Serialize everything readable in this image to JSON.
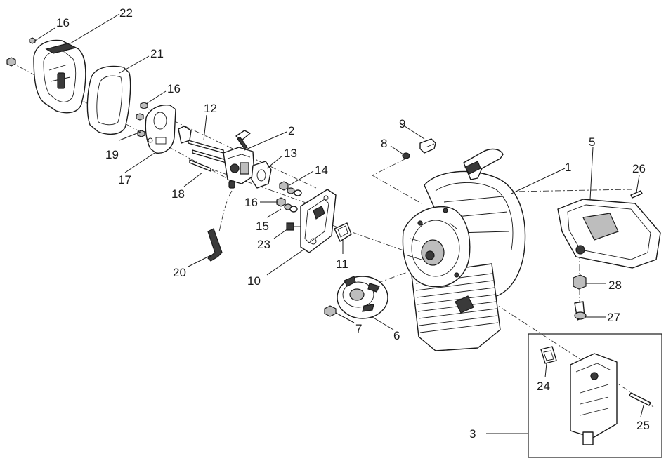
{
  "callouts": [
    {
      "id": "c1",
      "text": "1"
    },
    {
      "id": "c2",
      "text": "2"
    },
    {
      "id": "c3",
      "text": "3"
    },
    {
      "id": "c5",
      "text": "5"
    },
    {
      "id": "c6",
      "text": "6"
    },
    {
      "id": "c7",
      "text": "7"
    },
    {
      "id": "c8",
      "text": "8"
    },
    {
      "id": "c9",
      "text": "9"
    },
    {
      "id": "c10",
      "text": "10"
    },
    {
      "id": "c11",
      "text": "11"
    },
    {
      "id": "c12",
      "text": "12"
    },
    {
      "id": "c13",
      "text": "13"
    },
    {
      "id": "c14",
      "text": "14"
    },
    {
      "id": "c15",
      "text": "15"
    },
    {
      "id": "c16a",
      "text": "16"
    },
    {
      "id": "c16b",
      "text": "16"
    },
    {
      "id": "c16c",
      "text": "16"
    },
    {
      "id": "c17",
      "text": "17"
    },
    {
      "id": "c18",
      "text": "18"
    },
    {
      "id": "c19",
      "text": "19"
    },
    {
      "id": "c20",
      "text": "20"
    },
    {
      "id": "c21",
      "text": "21"
    },
    {
      "id": "c22",
      "text": "22"
    },
    {
      "id": "c23",
      "text": "23"
    },
    {
      "id": "c24",
      "text": "24"
    },
    {
      "id": "c25",
      "text": "25"
    },
    {
      "id": "c26",
      "text": "26"
    },
    {
      "id": "c27",
      "text": "27"
    },
    {
      "id": "c28",
      "text": "28"
    }
  ]
}
